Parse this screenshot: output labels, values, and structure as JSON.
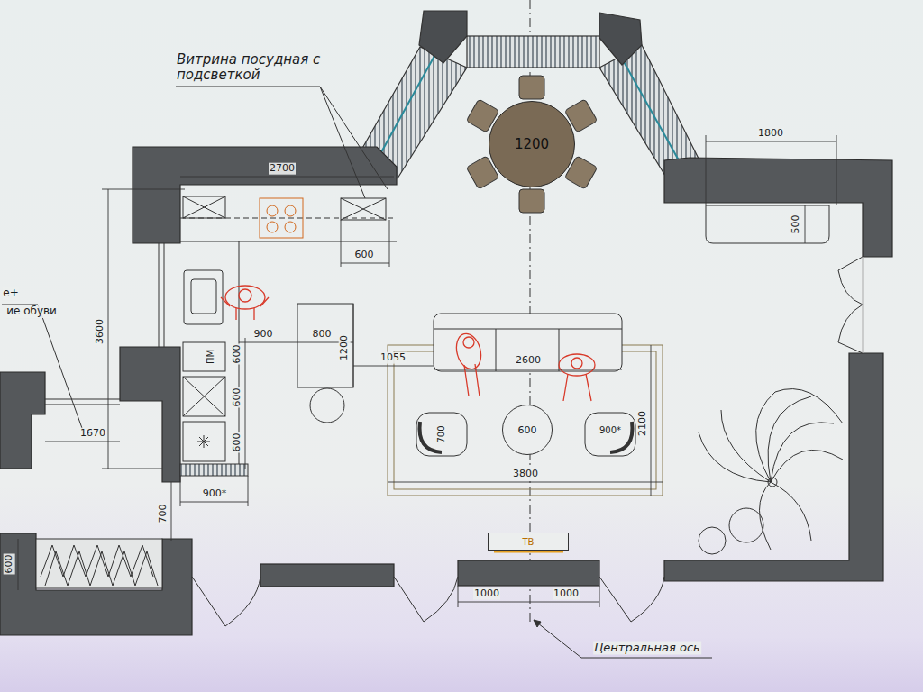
{
  "diagram": {
    "nodes": [
      {
        "text": [
          "1200"
        ]
      },
      {
        "text": [
          "600"
        ]
      },
      {
        "text": [
          "ТВ"
        ]
      }
    ],
    "labels": [
      "Витрина посудная с подсветкой",
      "2700",
      "600",
      "1800",
      "500",
      "3600",
      "900",
      "800",
      "1200",
      "ПМ",
      "600",
      "600",
      "600",
      "1055",
      "2600",
      "2100",
      "3800",
      "700",
      "900*",
      "1670",
      "900*",
      "700",
      "600",
      "1000",
      "1000",
      "Центральная ось",
      "е+",
      "ие обуви"
    ]
  }
}
